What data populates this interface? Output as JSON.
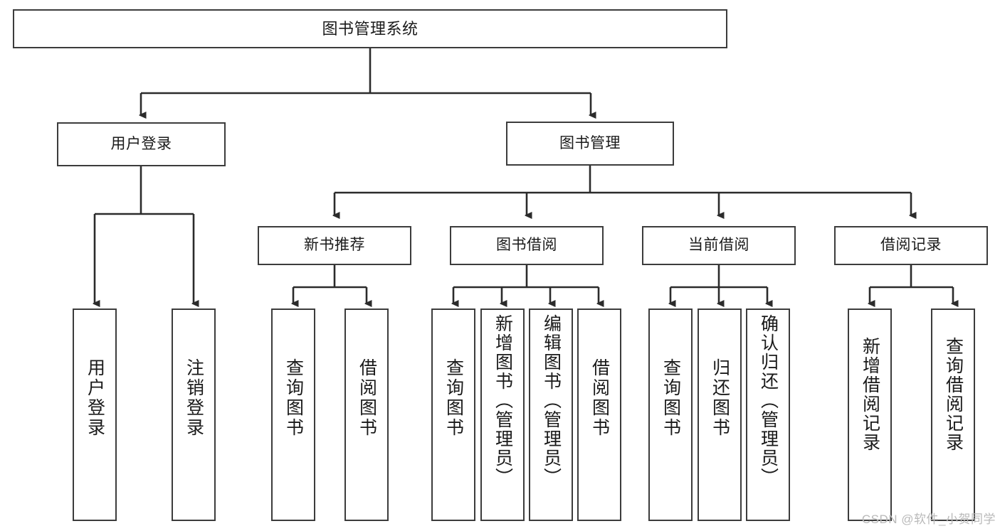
{
  "diagram": {
    "type": "tree",
    "title": "图书管理系统",
    "watermark": "CSDN @软件_小贺同学",
    "colors": {
      "box_border": "#3c3c3c",
      "box_fill": "#ffffff",
      "edge": "#2b2b2b",
      "text": "#1a1a1a",
      "watermark": "#b9b9b9"
    },
    "nodes": {
      "root": {
        "label": "图书管理系统",
        "level": 0
      },
      "user_login": {
        "label": "用户登录",
        "level": 1
      },
      "book_mgmt": {
        "label": "图书管理",
        "level": 1
      },
      "new_book_rec": {
        "label": "新书推荐",
        "level": 2
      },
      "book_borrow": {
        "label": "图书借阅",
        "level": 2
      },
      "current_borrow": {
        "label": "当前借阅",
        "level": 2
      },
      "borrow_record": {
        "label": "借阅记录",
        "level": 2
      },
      "leaf_user_login": {
        "label": "用户登录",
        "level": 3
      },
      "leaf_logout": {
        "label": "注销登录",
        "level": 3
      },
      "leaf_query_book_1": {
        "label": "查询图书",
        "level": 3
      },
      "leaf_borrow_book_1": {
        "label": "借阅图书",
        "level": 3
      },
      "leaf_query_book_2": {
        "label": "查询图书",
        "level": 3
      },
      "leaf_add_book": {
        "label": "新增图书（管理员）",
        "level": 3
      },
      "leaf_edit_book": {
        "label": "编辑图书（管理员）",
        "level": 3
      },
      "leaf_borrow_book_2": {
        "label": "借阅图书",
        "level": 3
      },
      "leaf_query_book_3": {
        "label": "查询图书",
        "level": 3
      },
      "leaf_return_book": {
        "label": "归还图书",
        "level": 3
      },
      "leaf_confirm_return": {
        "label": "确认归还（管理员）",
        "level": 3
      },
      "leaf_add_record": {
        "label": "新增借阅记录",
        "level": 3
      },
      "leaf_query_record": {
        "label": "查询借阅记录",
        "level": 3
      }
    }
  }
}
